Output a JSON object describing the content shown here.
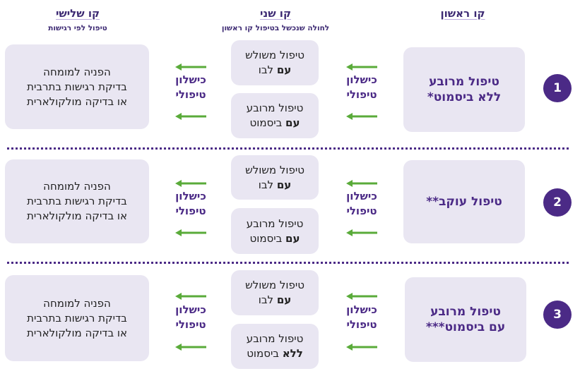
{
  "headers": {
    "first": "קו ראשון",
    "second": "קו שני",
    "second_sub": "לחולה שנכשל בטיפול קו ראשון",
    "third": "קו שלישי",
    "third_sub": "טיפול לפי רגישות"
  },
  "rows": [
    {
      "number": "1",
      "first_line": [
        "טיפול מרובע",
        "ללא ביסמוט*"
      ],
      "second_a": {
        "l1": "טיפול משולש",
        "bold": "עם",
        "rest": " לבו"
      },
      "second_b": {
        "l1": "טיפול מרובע",
        "bold": "עם",
        "rest": " ביסמוט"
      },
      "fail_right": [
        "כישלון",
        "טיפולי"
      ],
      "fail_left": [
        "כישלון",
        "טיפולי"
      ],
      "third_line": [
        "הפניה למומחה",
        "בדיקת רגישות בתרבית",
        "או בדיקה מולקולארית"
      ]
    },
    {
      "number": "2",
      "first_line": [
        "טיפול עוקב**",
        ""
      ],
      "second_a": {
        "l1": "טיפול משולש",
        "bold": "עם",
        "rest": " לבו"
      },
      "second_b": {
        "l1": "טיפול מרובע",
        "bold": "עם",
        "rest": " ביסמוט"
      },
      "fail_right": [
        "כישלון",
        "טיפולי"
      ],
      "fail_left": [
        "כישלון",
        "טיפולי"
      ],
      "third_line": [
        "הפניה למומחה",
        "בדיקת רגישות בתרבית",
        "או בדיקה מולקולארית"
      ]
    },
    {
      "number": "3",
      "first_line": [
        "טיפול מרובע",
        "עם ביסמוט***"
      ],
      "second_a": {
        "l1": "טיפול משולש",
        "bold": "עם",
        "rest": " לבו"
      },
      "second_b": {
        "l1": "טיפול מרובע",
        "bold": "ללא",
        "rest": " ביסמוט"
      },
      "fail_right": [
        "כישלון",
        "טיפולי"
      ],
      "fail_left": [
        "כישלון",
        "טיפולי"
      ],
      "third_line": [
        "הפניה למומחה",
        "בדיקת רגישות בתרבית",
        "או בדיקה מולקולארית"
      ]
    }
  ],
  "colors": {
    "purple": "#4b2a86",
    "box": "#e9e6f2",
    "arrow": "#5aab3a"
  }
}
